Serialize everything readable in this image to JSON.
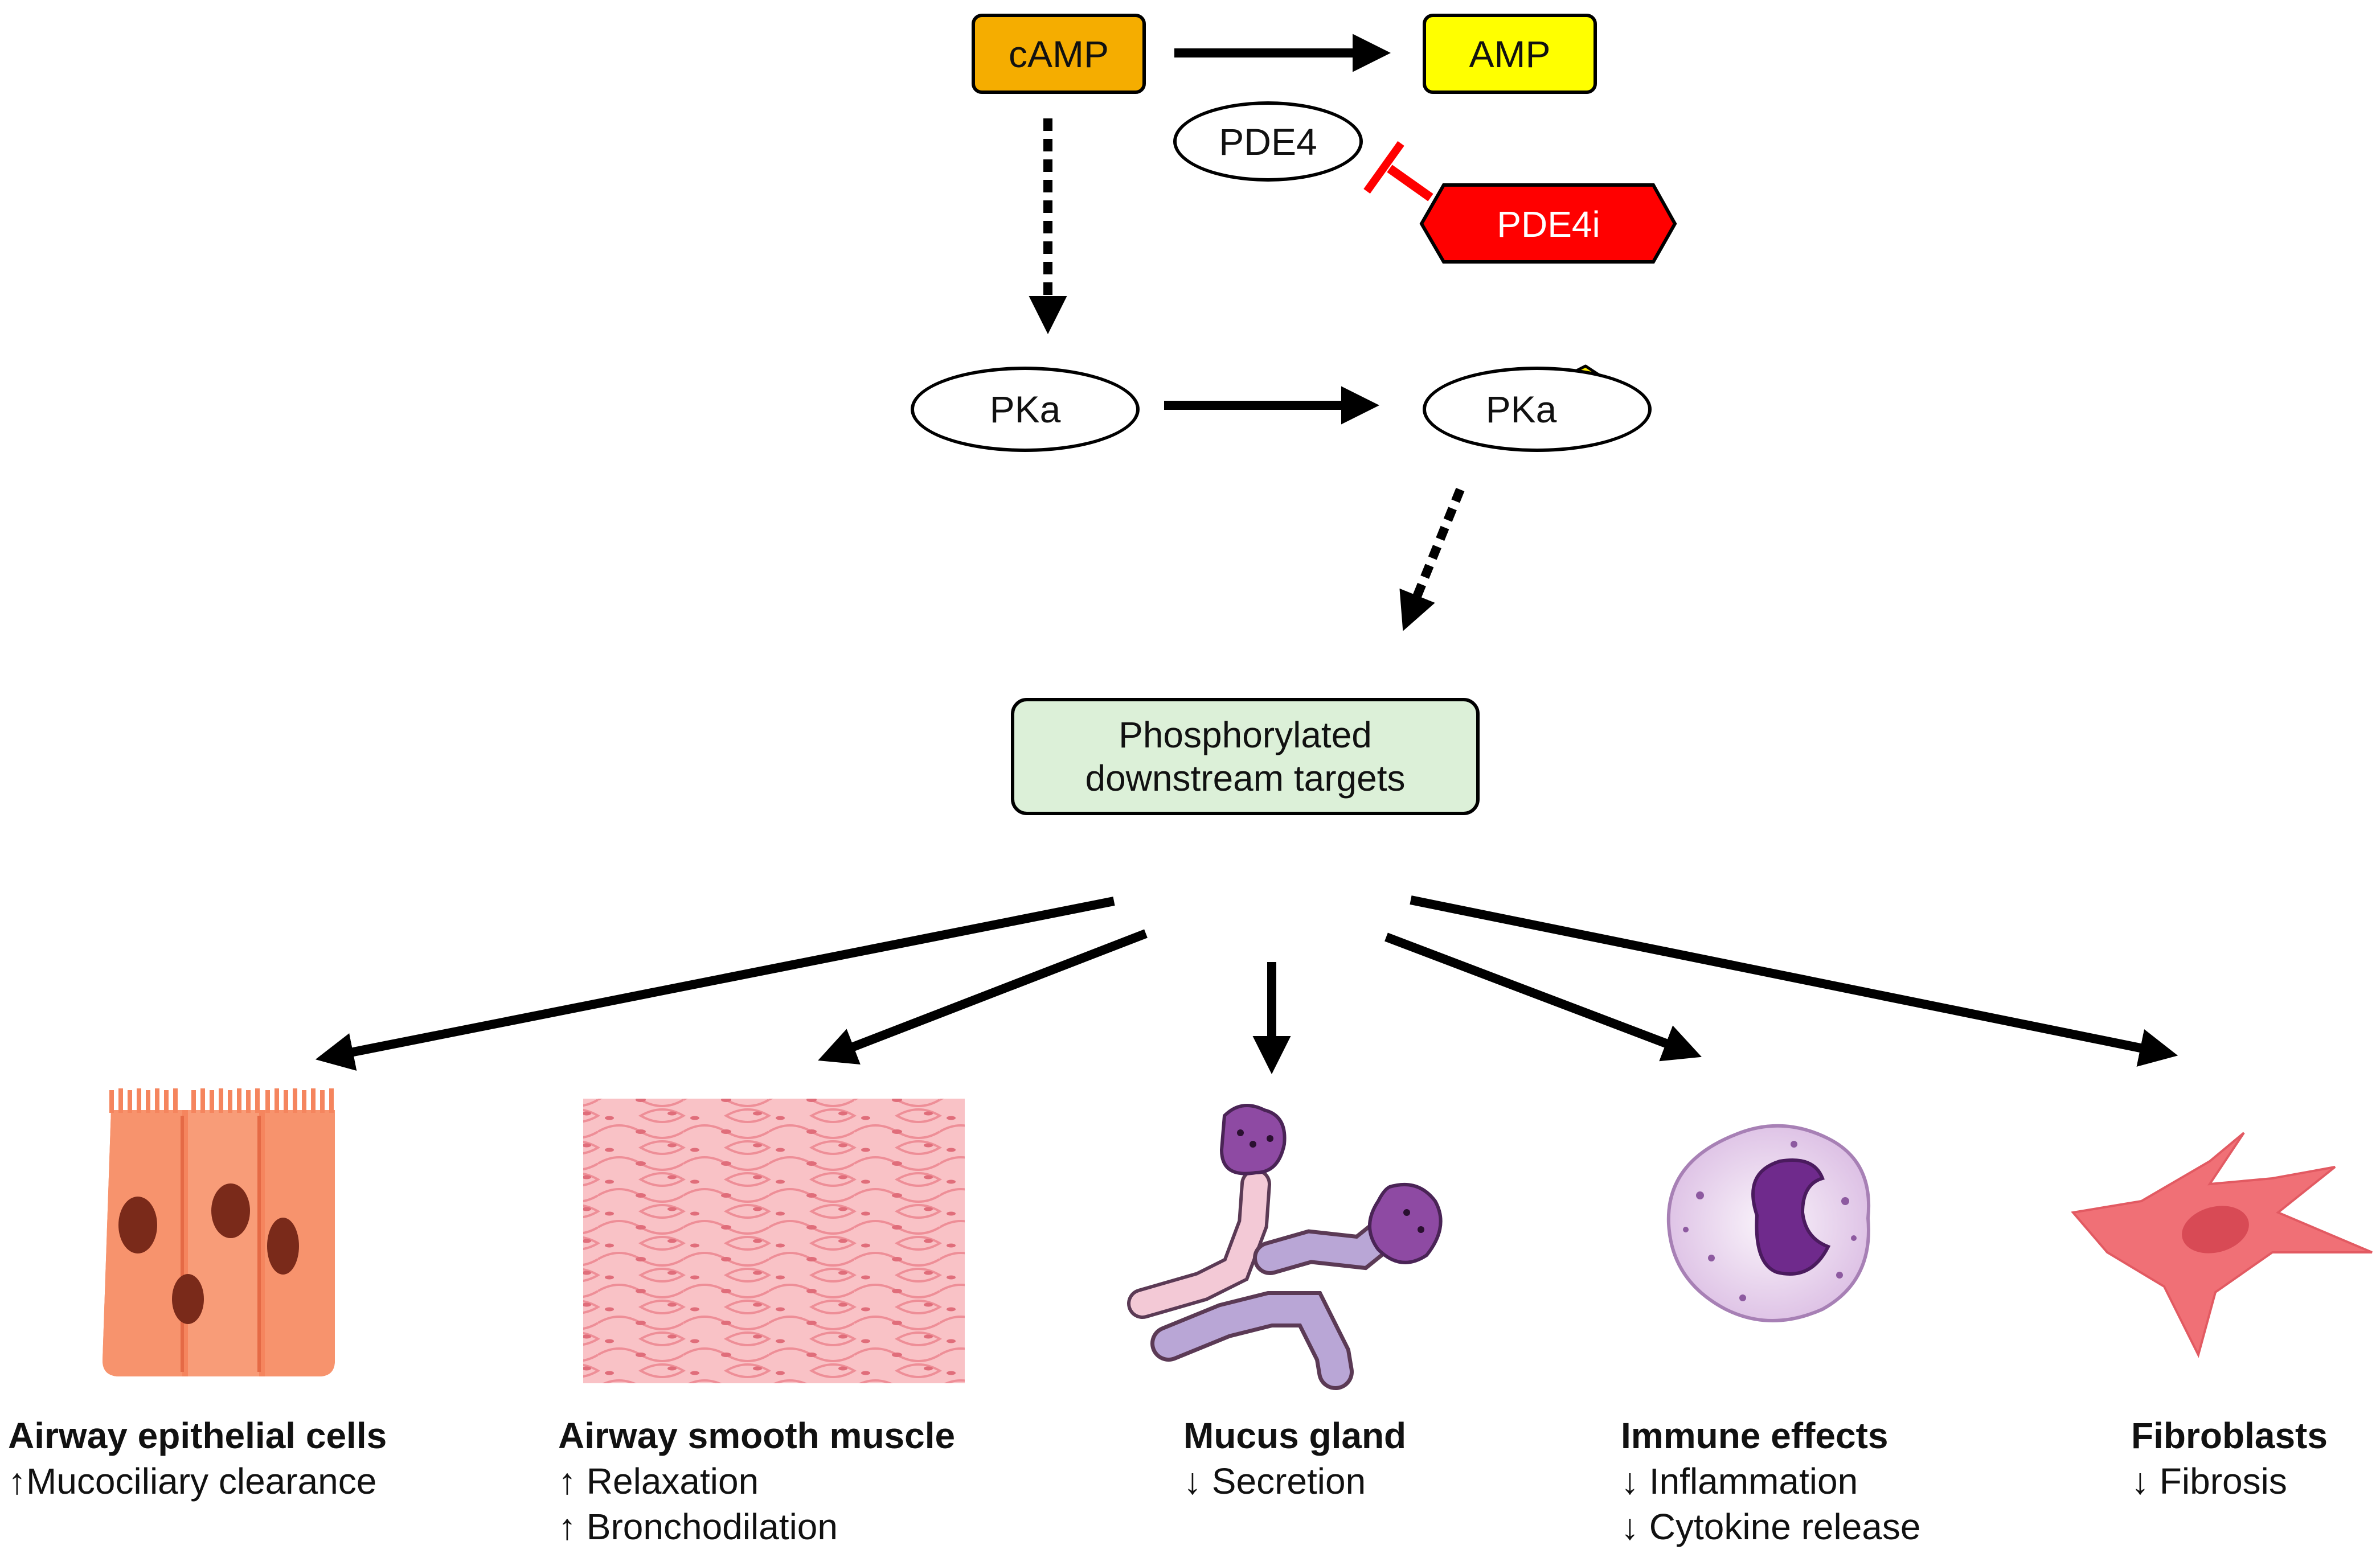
{
  "pathway": {
    "camp": "cAMP",
    "amp": "AMP",
    "pde4": "PDE4",
    "pde4i": "PDE4i",
    "pka": "PKa",
    "pka_active": "PKa",
    "targets_line1": "Phosphorylated",
    "targets_line2": "downstream targets"
  },
  "effects": [
    {
      "title": "Airway epithelial cells",
      "lines": [
        "↑Mucociliary clearance"
      ]
    },
    {
      "title": "Airway smooth muscle",
      "lines": [
        "↑ Relaxation",
        "↑ Bronchodilation"
      ]
    },
    {
      "title": "Mucus gland",
      "lines": [
        "↓ Secretion"
      ]
    },
    {
      "title": "Immune effects",
      "lines": [
        "↓ Inflammation",
        "↓ Cytokine release"
      ]
    },
    {
      "title": "Fibroblasts",
      "lines": [
        "↓ Fibrosis"
      ]
    }
  ],
  "colors": {
    "camp_fill": "#f5ad00",
    "amp_fill": "#ffff00",
    "pde4i_fill": "#ff0000",
    "inhibition": "#ff0000",
    "targets_fill": "#dcf0d8",
    "lightning": "#ffee00"
  },
  "icons": [
    "lightning-icon",
    "epithelial-cells-icon",
    "smooth-muscle-icon",
    "mucus-gland-icon",
    "immune-cell-icon",
    "fibroblast-icon"
  ]
}
